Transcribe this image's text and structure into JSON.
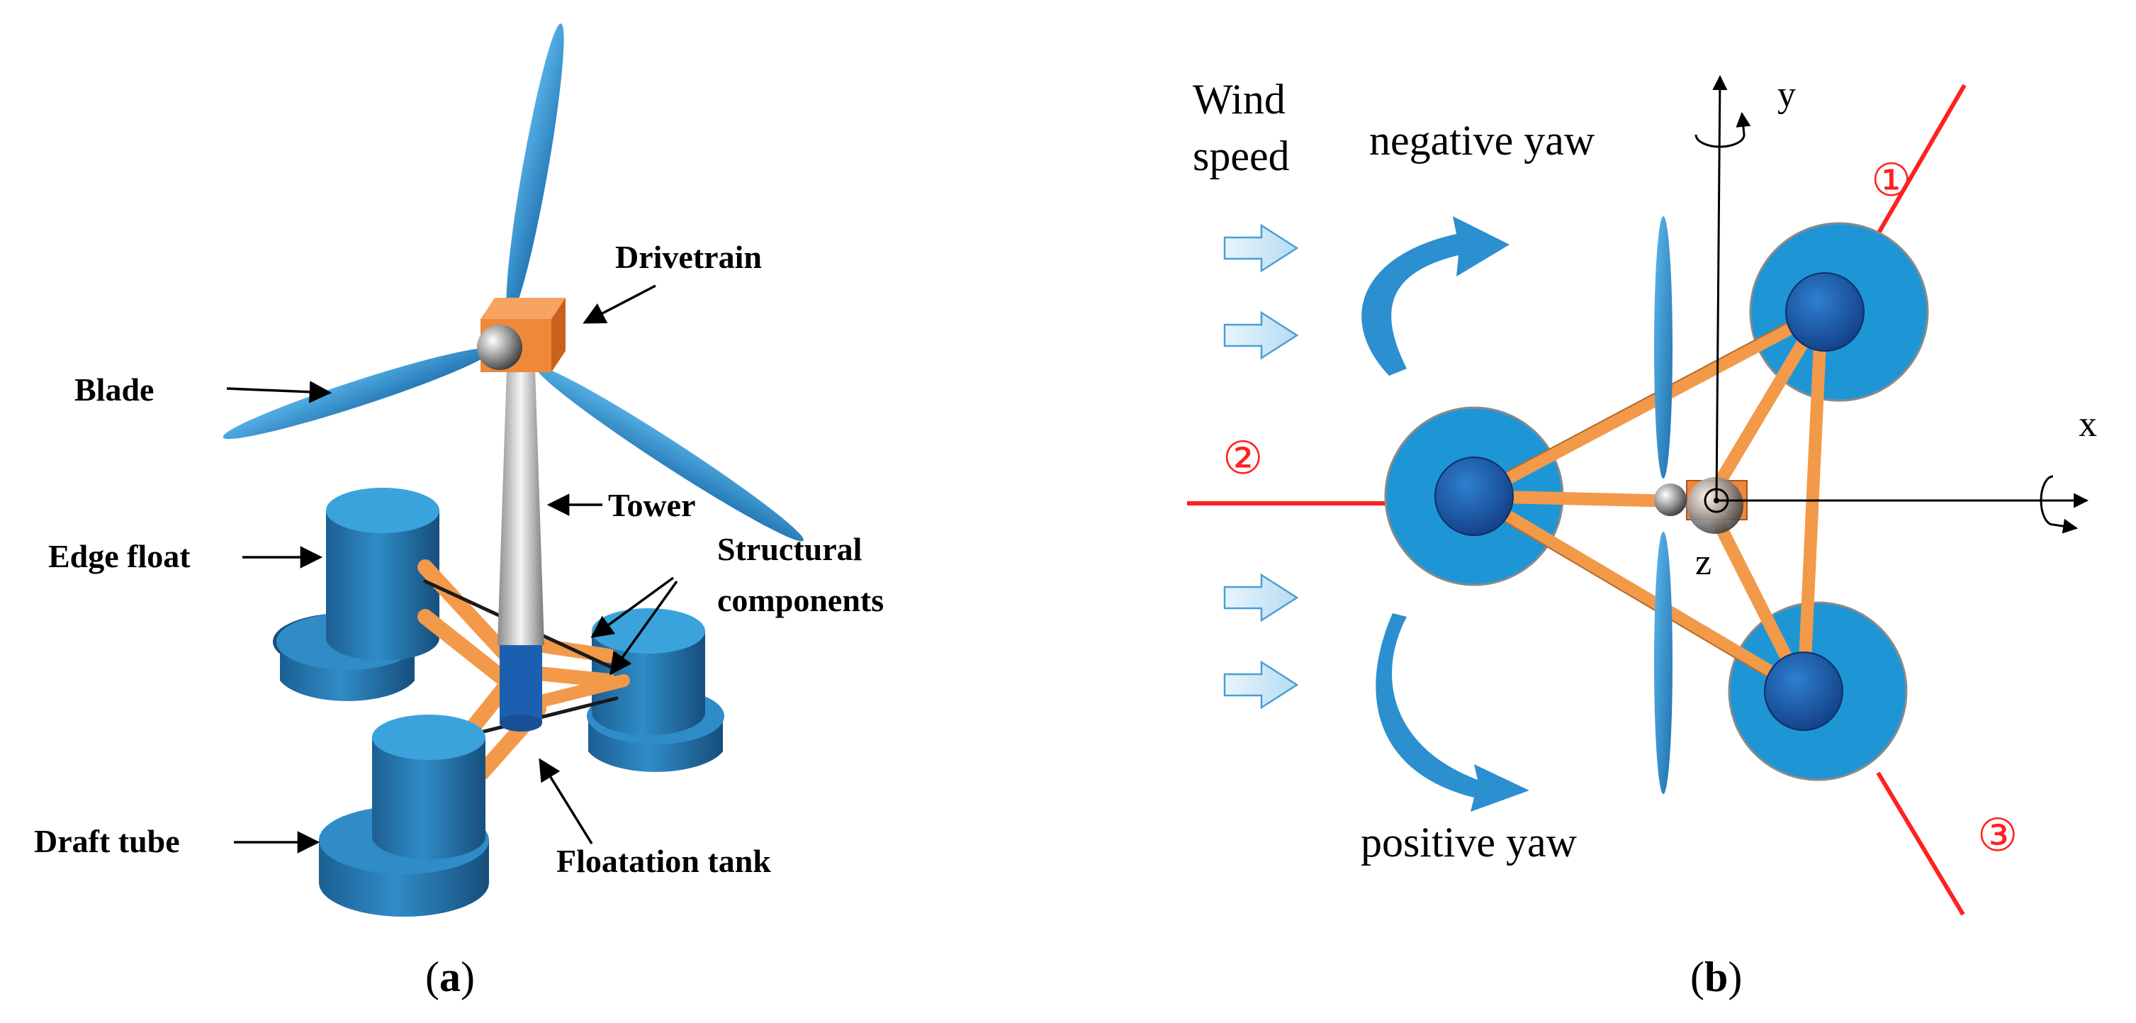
{
  "panel_a": {
    "caption_prefix": "(",
    "caption_letter": "a",
    "caption_suffix": ")",
    "labels": {
      "drivetrain": "Drivetrain",
      "blade": "Blade",
      "tower": "Tower",
      "edge_float": "Edge float",
      "structural_line1": "Structural",
      "structural_line2": "components",
      "draft_tube": "Draft tube",
      "floatation_tank": "Floatation tank"
    },
    "colors": {
      "blade": "#2e8fd0",
      "nacelle": "#f0883a",
      "brace": "#f2994a",
      "float": "#2f7fb8",
      "float_top": "#3aa0d8"
    }
  },
  "panel_b": {
    "caption_prefix": "(",
    "caption_letter": "b",
    "caption_suffix": ")",
    "labels": {
      "wind_line1": "Wind",
      "wind_line2": "speed",
      "negative_yaw": "negative yaw",
      "positive_yaw": "positive yaw",
      "axis_x": "x",
      "axis_y": "y",
      "axis_z": "z",
      "mooring_1": "①",
      "mooring_2": "②",
      "mooring_3": "③"
    },
    "colors": {
      "mooring_line": "#ff2020",
      "float_outer": "#1e96d6",
      "float_inner": "#1a5fb0",
      "brace": "#f2994a",
      "wind_arrow": "#cde8f7"
    }
  }
}
